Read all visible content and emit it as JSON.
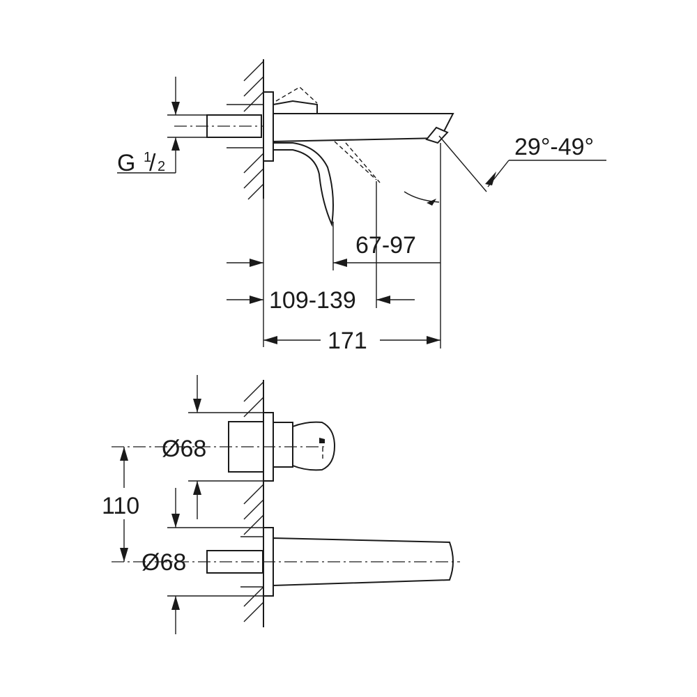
{
  "labels": {
    "thread": "G",
    "thread_frac_num": "1",
    "thread_frac_den": "2",
    "thread_frac_sep": "/",
    "angle": "29°-49°",
    "reach_lever": "67-97",
    "reach_range": "109-139",
    "reach_total": "171",
    "diameter_top": "Ø68",
    "spacing": "110",
    "diameter_bottom": "Ø68"
  }
}
